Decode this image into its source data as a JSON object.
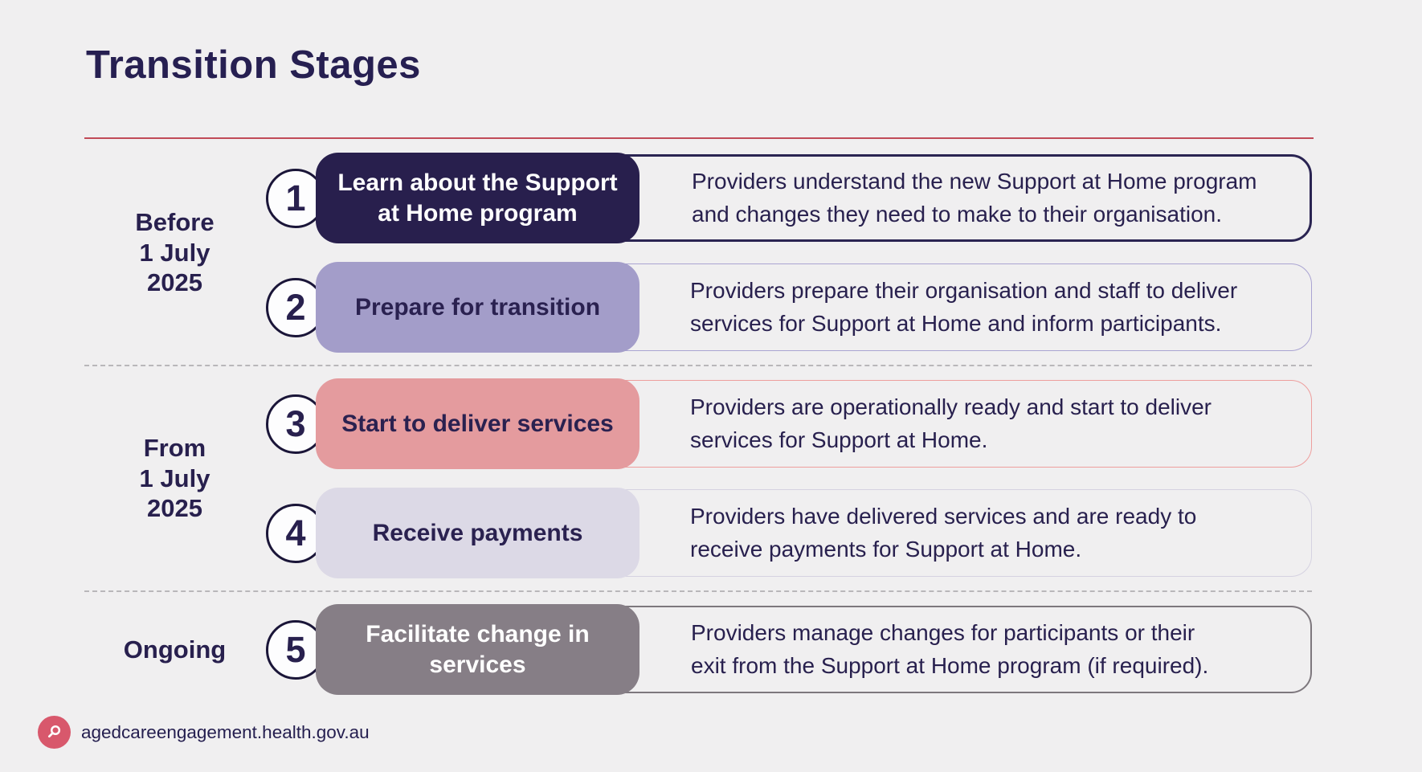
{
  "title": "Transition Stages",
  "colors": {
    "background": "#f0eff0",
    "heading_text": "#261f51",
    "body_text": "#28204e",
    "accent_rule": "#c14b58",
    "divider_dash": "#b9b7ba",
    "number_circle_border": "#1a1538",
    "footer_icon_bg": "#d8586c"
  },
  "groups": [
    {
      "label": "Before\n1 July\n2025",
      "stages": [
        {
          "number": "1",
          "title": "Learn about the Support\nat Home program",
          "description": "Providers understand the new Support at Home program\nand changes they need to make to their organisation.",
          "colors": {
            "pill_bg": "#281f4d",
            "pill_text": "#ffffff",
            "box_border": "#2a2452"
          }
        },
        {
          "number": "2",
          "title": "Prepare for transition",
          "description": "Providers prepare their organisation and staff to deliver\nservices for Support at Home and inform participants.",
          "colors": {
            "pill_bg": "#a39dc9",
            "pill_text": "#2a2150",
            "box_border": "#aaa4d2"
          }
        }
      ]
    },
    {
      "label": "From\n1 July\n2025",
      "stages": [
        {
          "number": "3",
          "title": "Start to deliver services",
          "description": "Providers are operationally ready and start to deliver\nservices for Support at Home.",
          "colors": {
            "pill_bg": "#e49b9e",
            "pill_text": "#2a2150",
            "box_border": "#ee9e9d"
          }
        },
        {
          "number": "4",
          "title": "Receive payments",
          "description": "Providers have delivered services and are ready to\nreceive payments for Support at Home.",
          "colors": {
            "pill_bg": "#dcd9e6",
            "pill_text": "#2a2150",
            "box_border": "#d5d2e1"
          }
        }
      ]
    },
    {
      "label": "Ongoing",
      "stages": [
        {
          "number": "5",
          "title": "Facilitate change in\nservices",
          "description": "Providers manage changes for participants or their\nexit from the Support at Home program (if required).",
          "colors": {
            "pill_bg": "#867e86",
            "pill_text": "#ffffff",
            "box_border": "#7d777d"
          }
        }
      ]
    }
  ],
  "footer": {
    "url": "agedcareengagement.health.gov.au",
    "icon": "search-icon"
  }
}
